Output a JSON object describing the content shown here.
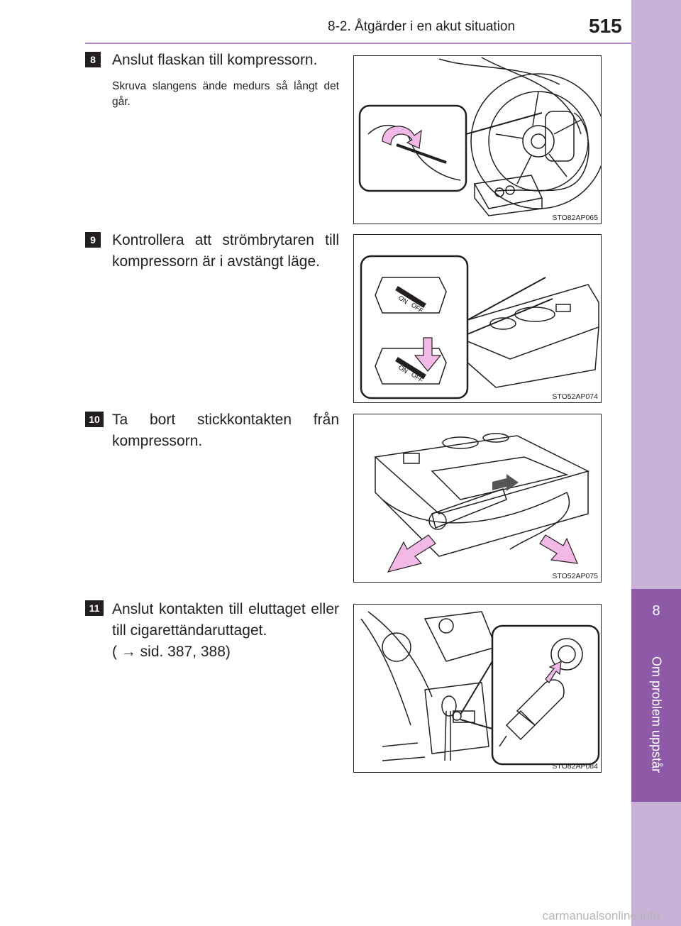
{
  "header": {
    "section_title": "8-2. Åtgärder i en akut situation",
    "page_number": "515"
  },
  "sidebar": {
    "chapter_number": "8",
    "chapter_title": "Om problem uppstår"
  },
  "steps": [
    {
      "number": "8",
      "text": "Anslut flaskan till kompressorn.",
      "subtext": "Skruva slangens ände medurs så långt det går.",
      "figure_code": "STO82AP065"
    },
    {
      "number": "9",
      "text": "Kontrollera att strömbrytaren till kompressorn är i avstängt läge.",
      "figure_code": "STO52AP074",
      "switch_on": "ON",
      "switch_off": "OFF"
    },
    {
      "number": "10",
      "text": "Ta bort stickkontakten från kompressorn.",
      "figure_code": "STO52AP075"
    },
    {
      "number": "11",
      "text_line1": "Anslut kontakten till eluttaget eller till cigarettändaruttaget.",
      "text_line2": "( → sid. 387, 388)",
      "figure_code": "STO82AP084"
    }
  ],
  "colors": {
    "accent_purple": "#8e5aa8",
    "sidebar_light": "#c9b1d8",
    "arrow_pink": "#f2b8e6"
  },
  "footer": {
    "watermark": "carmanualsonline.info"
  }
}
